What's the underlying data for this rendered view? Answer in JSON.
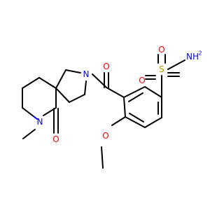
{
  "molecule": {
    "labels": {
      "carbonyl_o": "O",
      "lactam_o": "O",
      "methoxy_o": "O",
      "sulfonyl_o_top": "O",
      "sulfonyl_o_bottom": "O",
      "sulfur": "S",
      "amine_n": "N",
      "lactam_n": "N",
      "sulfonamide_n": "NH",
      "sulfonamide_h_count": "2"
    },
    "colors": {
      "carbon_bond": "#000000",
      "oxygen": "#ff0000",
      "nitrogen": "#0000ff",
      "sulfur": "#b8a000"
    }
  }
}
